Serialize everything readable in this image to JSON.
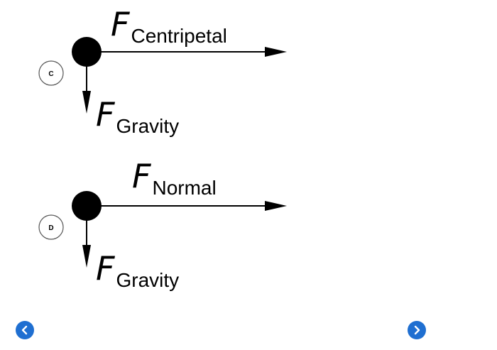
{
  "options": [
    {
      "letter": "C",
      "horizontal_force": {
        "symbol": "F",
        "subscript": "Centripetal"
      },
      "vertical_force": {
        "symbol": "F",
        "subscript": "Gravity"
      }
    },
    {
      "letter": "D",
      "horizontal_force": {
        "symbol": "F",
        "subscript": "Normal"
      },
      "vertical_force": {
        "symbol": "F",
        "subscript": "Gravity"
      }
    }
  ],
  "navigation": {
    "prev_icon": "chevron-left-icon",
    "next_icon": "chevron-right-icon",
    "button_color": "#1f6fd1"
  },
  "colors": {
    "ink": "#000000",
    "badge_border": "#555555"
  }
}
